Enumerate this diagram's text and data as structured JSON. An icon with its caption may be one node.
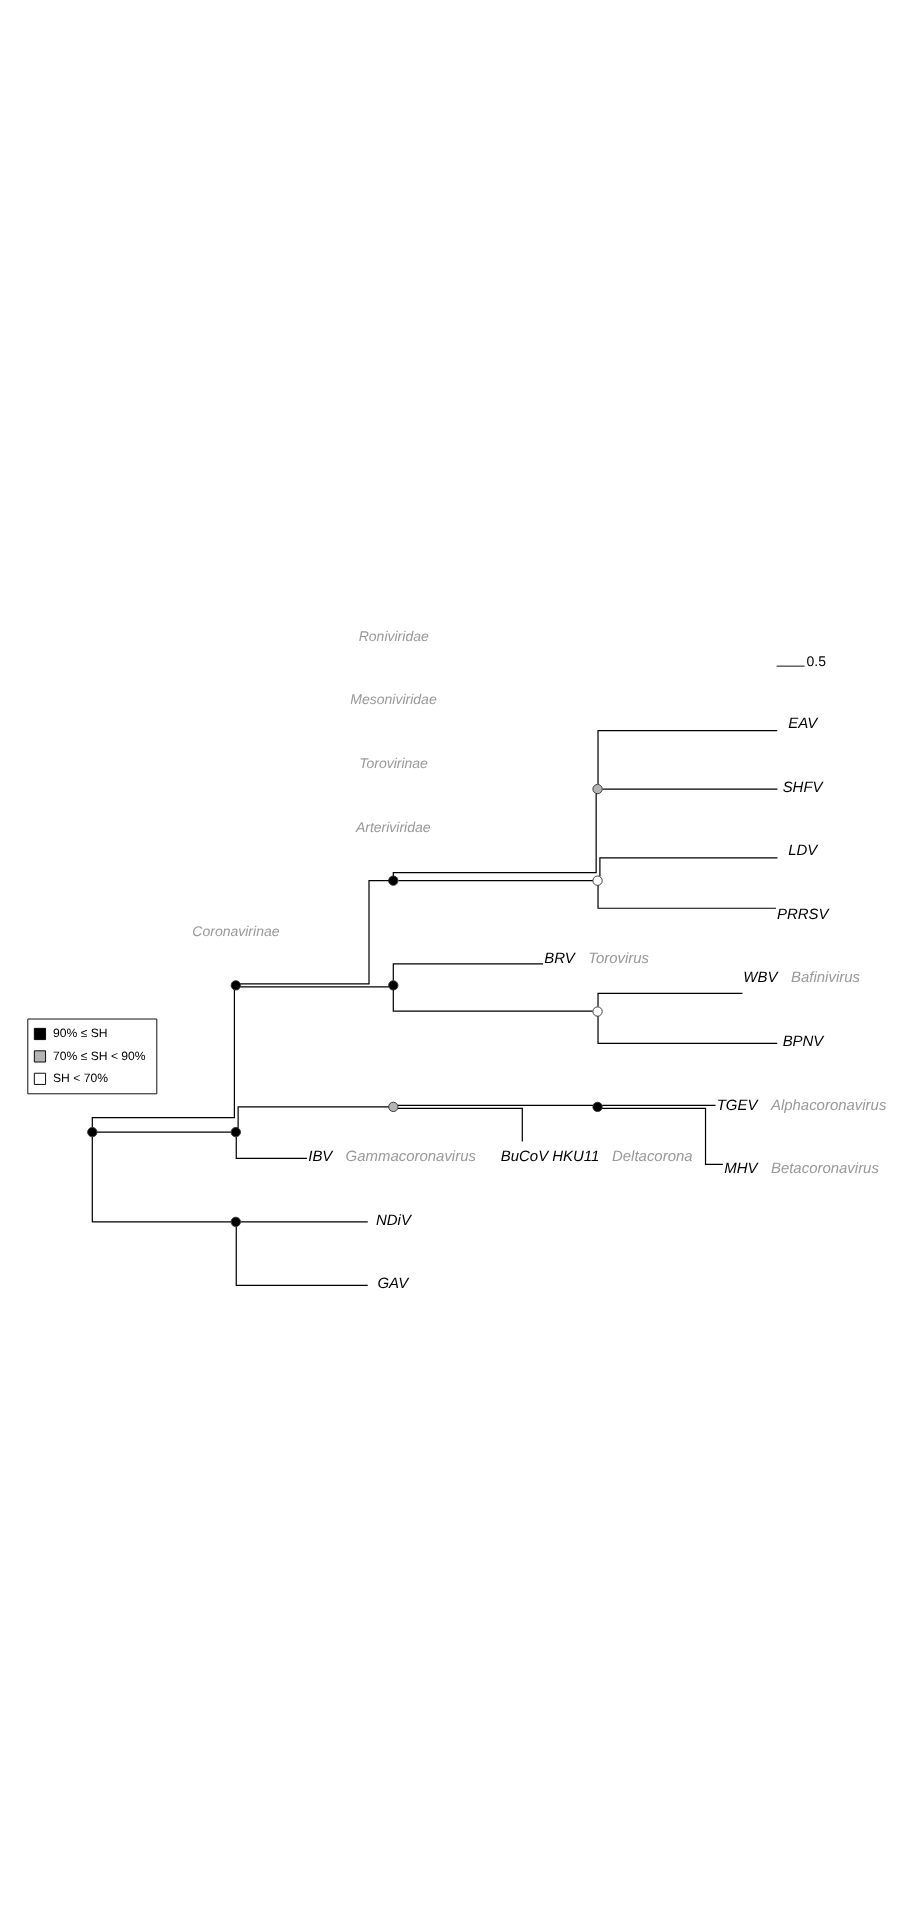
{
  "diagram": {
    "nodes": [
      {
        "text": [],
        "shape": "circle"
      },
      {
        "text": [],
        "shape": "circle"
      },
      {
        "text": [],
        "shape": "circle"
      },
      {
        "text": [
          "EAV"
        ]
      },
      {
        "text": [
          "SHFV"
        ]
      },
      {
        "text": [],
        "shape": "circle"
      },
      {
        "text": [
          "LDV"
        ]
      },
      {
        "text": [
          "PRRSV"
        ]
      },
      {
        "text": [],
        "shape": "circle"
      },
      {
        "text": [
          "BRV"
        ],
        "beside": [
          "Torovirus"
        ]
      },
      {
        "text": [],
        "shape": "circle"
      },
      {
        "text": [
          "WBV"
        ],
        "beside": [
          "Bafinivirus"
        ]
      },
      {
        "text": [
          "BPNV"
        ]
      },
      {
        "text": [],
        "shape": "circle"
      },
      {
        "text": [],
        "shape": "circle"
      },
      {
        "text": [],
        "shape": "circle"
      },
      {
        "text": [
          "TGEV"
        ],
        "beside": [
          "Alphacoronavirus"
        ]
      },
      {
        "text": [
          "MHV"
        ],
        "beside": [
          "Betacoronavirus"
        ]
      },
      {
        "text": [
          "BuCoV HKU11"
        ],
        "beside": [
          "Deltacorona"
        ]
      },
      {
        "text": [
          "IBV"
        ],
        "beside": [
          "Gammacoronavirus"
        ]
      },
      {
        "text": [],
        "shape": "circle"
      },
      {
        "text": [],
        "shape": "circle"
      },
      {
        "text": [
          "NDiV"
        ]
      },
      {
        "text": [
          "GAV"
        ]
      }
    ],
    "edges": [
      {
        "from": 20,
        "to": 0,
        "arrow": "none"
      },
      {
        "from": 20,
        "to": 13,
        "arrow": "none"
      },
      {
        "from": 20,
        "to": 21,
        "arrow": "none"
      },
      {
        "from": 0,
        "to": 1,
        "arrow": "none"
      },
      {
        "from": 0,
        "to": 8,
        "arrow": "none"
      },
      {
        "from": 1,
        "to": 2,
        "arrow": "none"
      },
      {
        "from": 1,
        "to": 5,
        "arrow": "none"
      },
      {
        "from": 2,
        "to": 3,
        "arrow": "none"
      },
      {
        "from": 2,
        "to": 4,
        "arrow": "none"
      },
      {
        "from": 5,
        "to": 6,
        "arrow": "none"
      },
      {
        "from": 5,
        "to": 7,
        "arrow": "none"
      },
      {
        "from": 8,
        "to": 9,
        "arrow": "none"
      },
      {
        "from": 8,
        "to": 10,
        "arrow": "none"
      },
      {
        "from": 10,
        "to": 11,
        "arrow": "none"
      },
      {
        "from": 10,
        "to": 12,
        "arrow": "none"
      },
      {
        "from": 13,
        "to": 14,
        "arrow": "none"
      },
      {
        "from": 13,
        "to": 19,
        "arrow": "none"
      },
      {
        "from": 14,
        "to": 15,
        "arrow": "none"
      },
      {
        "from": 14,
        "to": 18,
        "arrow": "none"
      },
      {
        "from": 15,
        "to": 16,
        "arrow": "none"
      },
      {
        "from": 15,
        "to": 17,
        "arrow": "none"
      },
      {
        "from": 21,
        "to": 22,
        "arrow": "none"
      },
      {
        "from": 21,
        "to": 23,
        "arrow": "none"
      }
    ],
    "labels": [
      "0.5",
      "Arteriviridae",
      "Torovirinae",
      "Coronavirinae",
      "Mesoniviridae",
      "Roniviridae"
    ],
    "legend": [
      {
        "text": "90% ≤ SH",
        "color": "#000000"
      },
      {
        "text": "70% ≤ SH < 90%",
        "color": "#b4b4b4"
      },
      {
        "text": "SH < 70%",
        "color": "#ffffff"
      }
    ]
  }
}
